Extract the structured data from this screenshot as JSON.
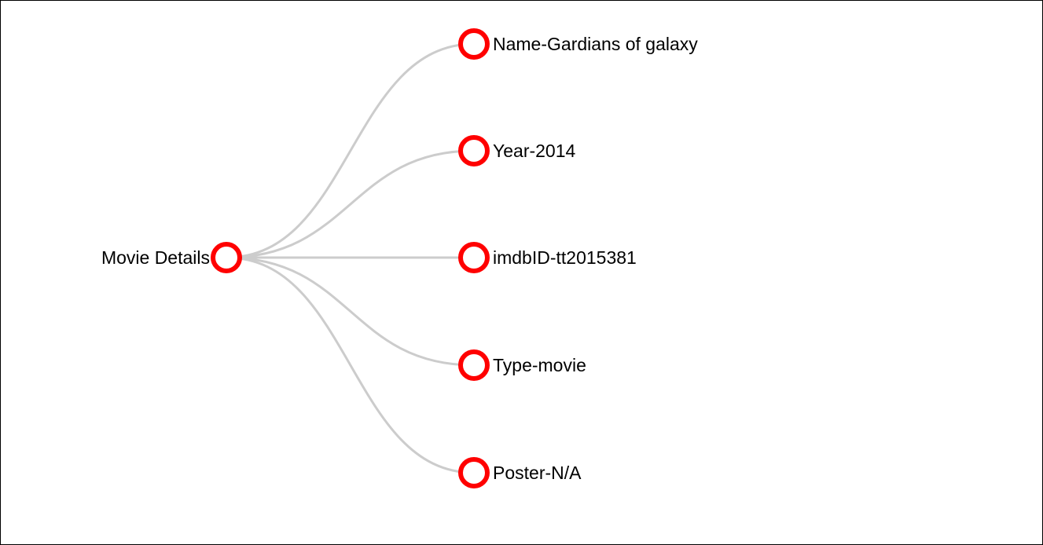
{
  "tree": {
    "root": {
      "label": "Movie Details"
    },
    "children": [
      {
        "label": "Name-Gardians of galaxy"
      },
      {
        "label": "Year-2014"
      },
      {
        "label": "imdbID-tt2015381"
      },
      {
        "label": "Type-movie"
      },
      {
        "label": "Poster-N/A"
      }
    ]
  },
  "colors": {
    "node_stroke": "#ff0000",
    "node_fill": "#ffffff",
    "link_stroke": "#cccccc",
    "text": "#000000",
    "border": "#000000"
  }
}
